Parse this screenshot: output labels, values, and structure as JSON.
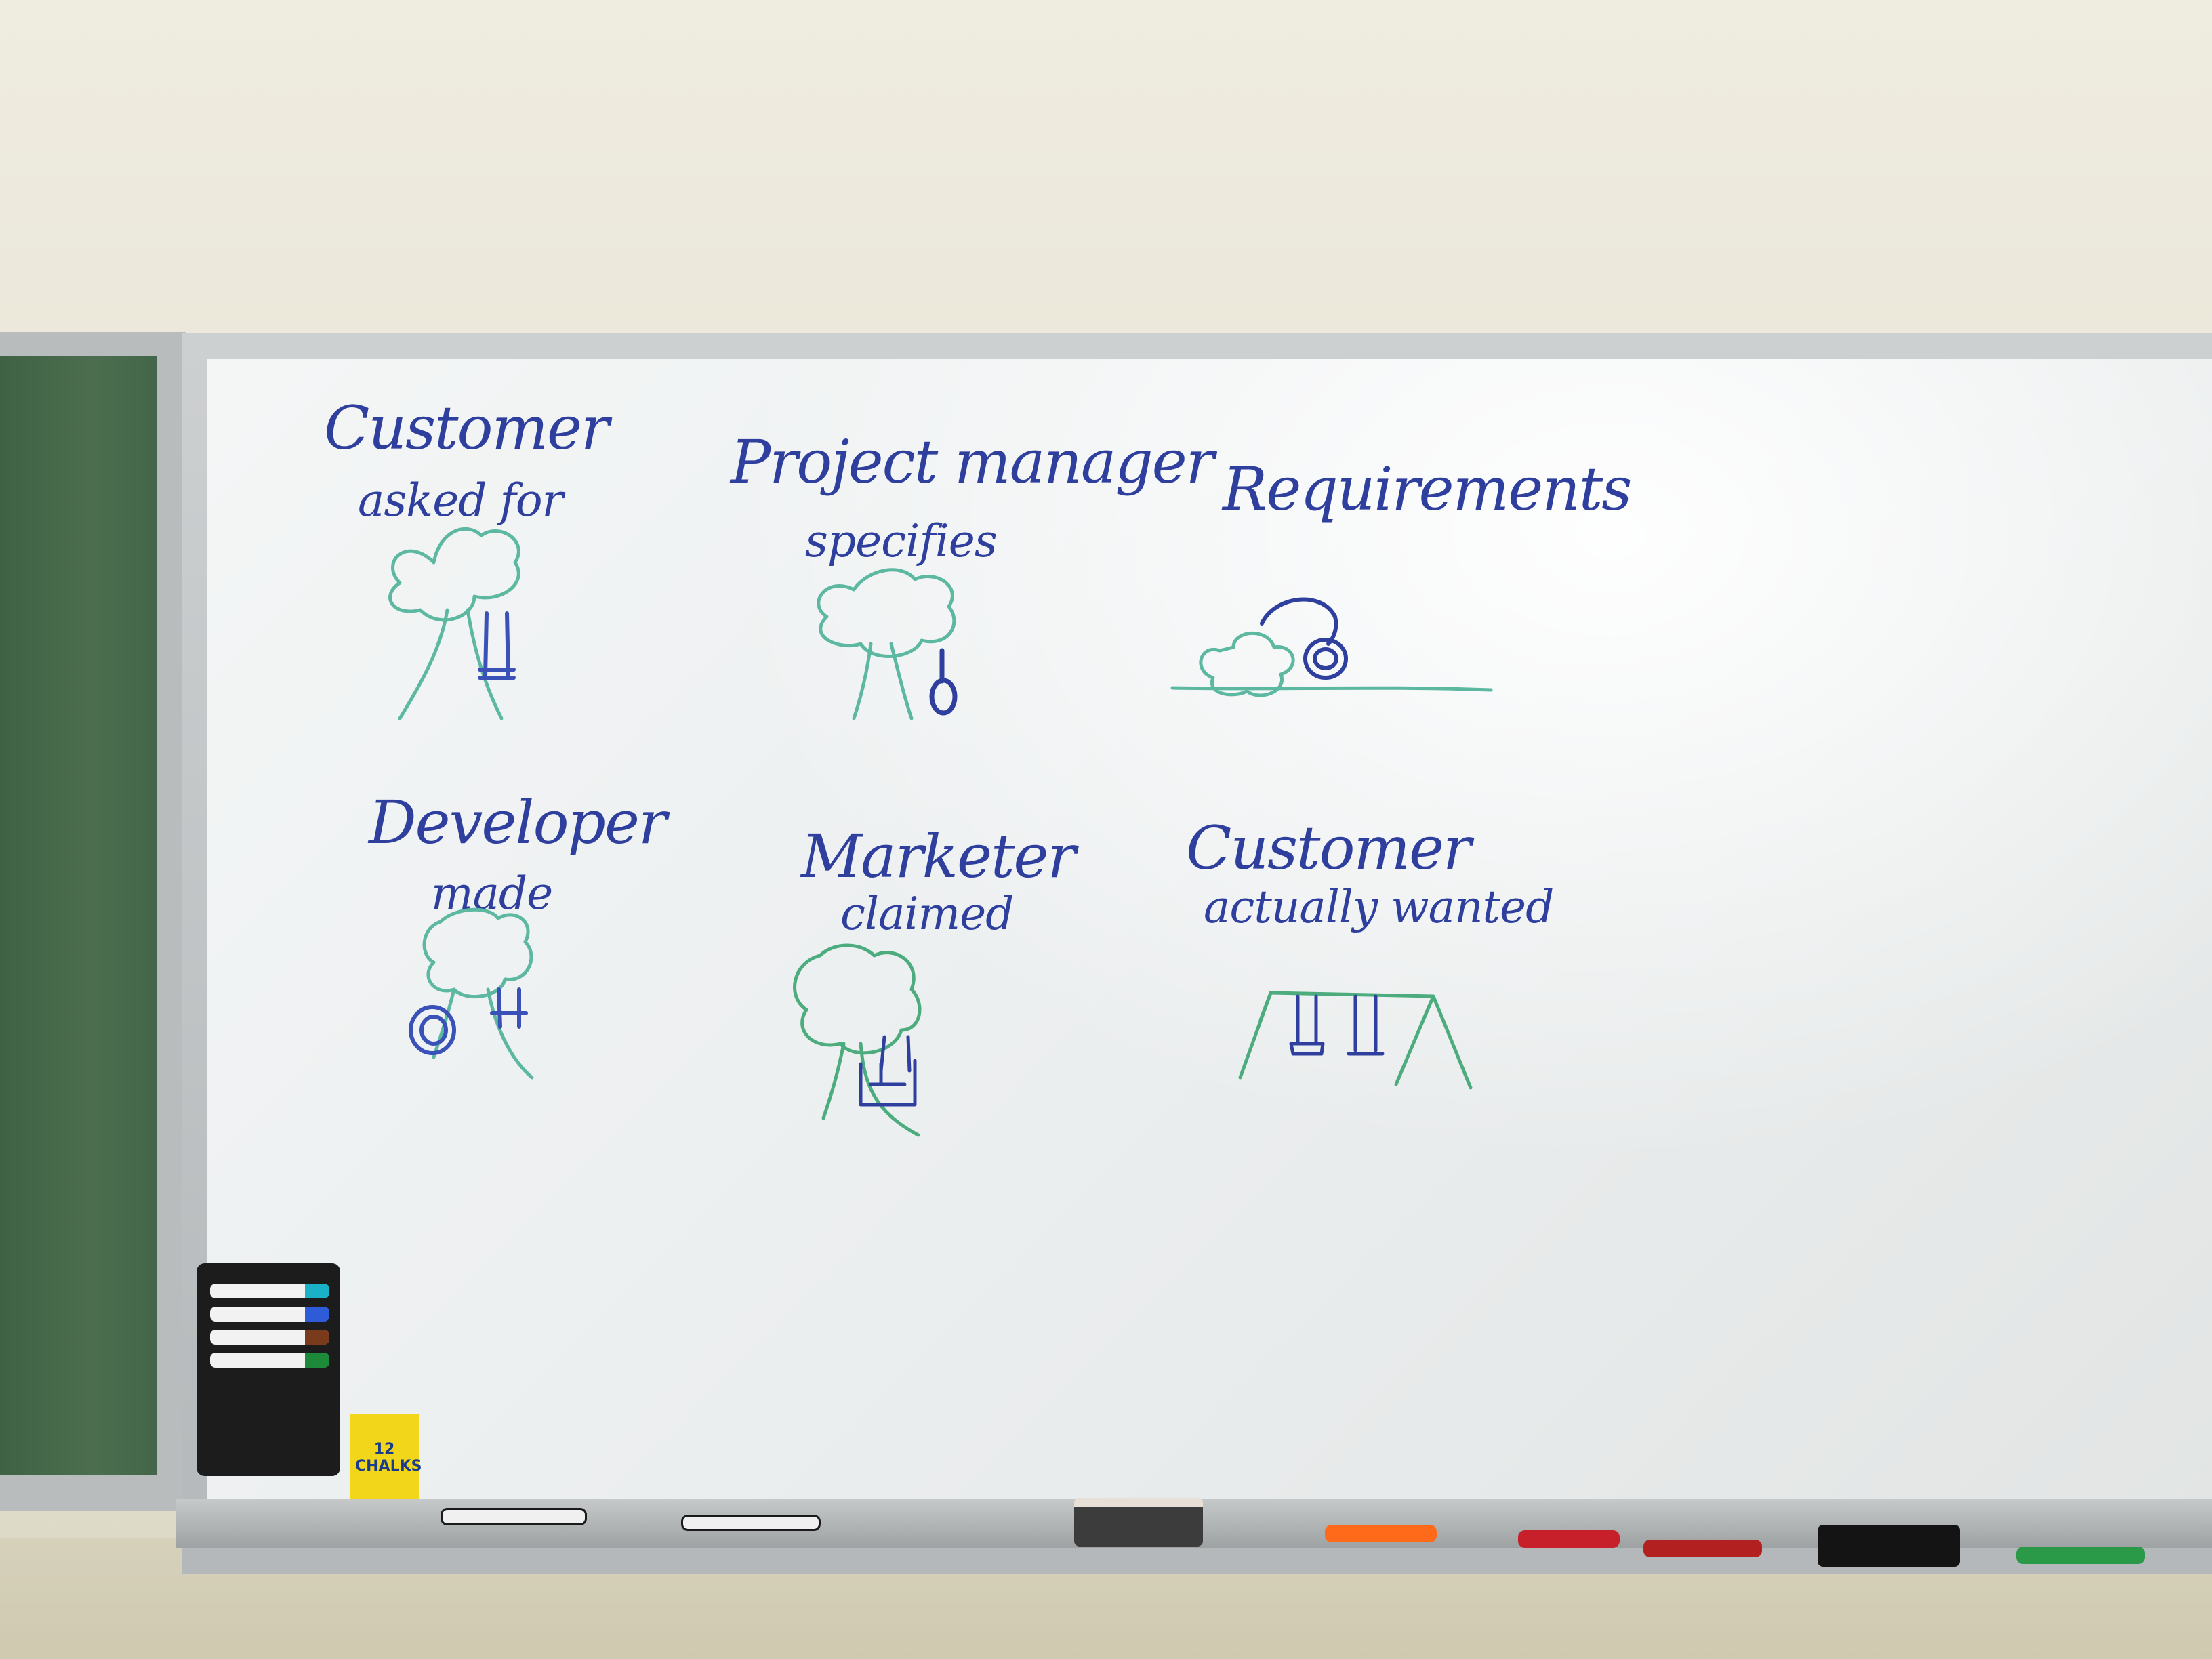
{
  "colors": {
    "ink_blue": "#2f3f9e",
    "ink_green": "#4db38f",
    "chalkboard": "#4a6b4c",
    "wall": "#ebe8da"
  },
  "whiteboard": {
    "panels": [
      {
        "title": "Customer",
        "subtitle": "asked for",
        "drawing": "tree-with-bench-swing"
      },
      {
        "title": "Project manager",
        "subtitle": "specifies",
        "drawing": "tree-with-tire-swing"
      },
      {
        "title": "Requirements",
        "subtitle": "",
        "drawing": "bush-with-tire-on-ground"
      },
      {
        "title": "Developer",
        "subtitle": "made",
        "drawing": "tree-with-tire-and-seat-apart"
      },
      {
        "title": "Marketer",
        "subtitle": "claimed",
        "drawing": "tree-with-armchair-swing"
      },
      {
        "title": "Customer",
        "subtitle": "actually wanted",
        "drawing": "swing-set"
      }
    ]
  },
  "supplies": {
    "marker_holder_colors": [
      "#1ab0c8",
      "#2e5bd8",
      "#7a3b1c",
      "#1d8a3a"
    ],
    "chalk_box": {
      "lines": [
        "12",
        "CHALKS"
      ]
    },
    "tray_markers": [
      "black",
      "black",
      "orange",
      "red",
      "red",
      "green"
    ]
  }
}
